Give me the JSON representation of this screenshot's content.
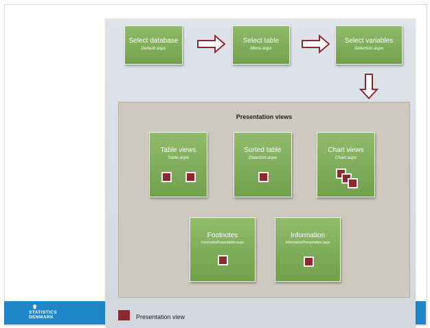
{
  "steps": [
    {
      "title": "Select database",
      "file": "Default.aspx"
    },
    {
      "title": "Select table",
      "file": "Menu.aspx"
    },
    {
      "title": "Select variables",
      "file": "Selection.aspx"
    }
  ],
  "presentation": {
    "heading": "Presentation views",
    "views": [
      {
        "title": "Table views",
        "file": "Table.aspx"
      },
      {
        "title": "Sorted table",
        "file": "DataSort.aspx"
      },
      {
        "title": "Chart views",
        "file": "Chart.aspx"
      },
      {
        "title": "Footnotes",
        "file": "FootnotesPresentation.aspx"
      },
      {
        "title": "Information",
        "file": "InformationPresentation.aspx"
      }
    ]
  },
  "legend": {
    "label": "Presentation view"
  },
  "logo": {
    "line1": "STATISTICS",
    "line2": "DENMARK"
  },
  "colors": {
    "green": "#7fac5a",
    "marker": "#8c2830",
    "arrow": "#8c2830",
    "band": "#1f86c8"
  }
}
